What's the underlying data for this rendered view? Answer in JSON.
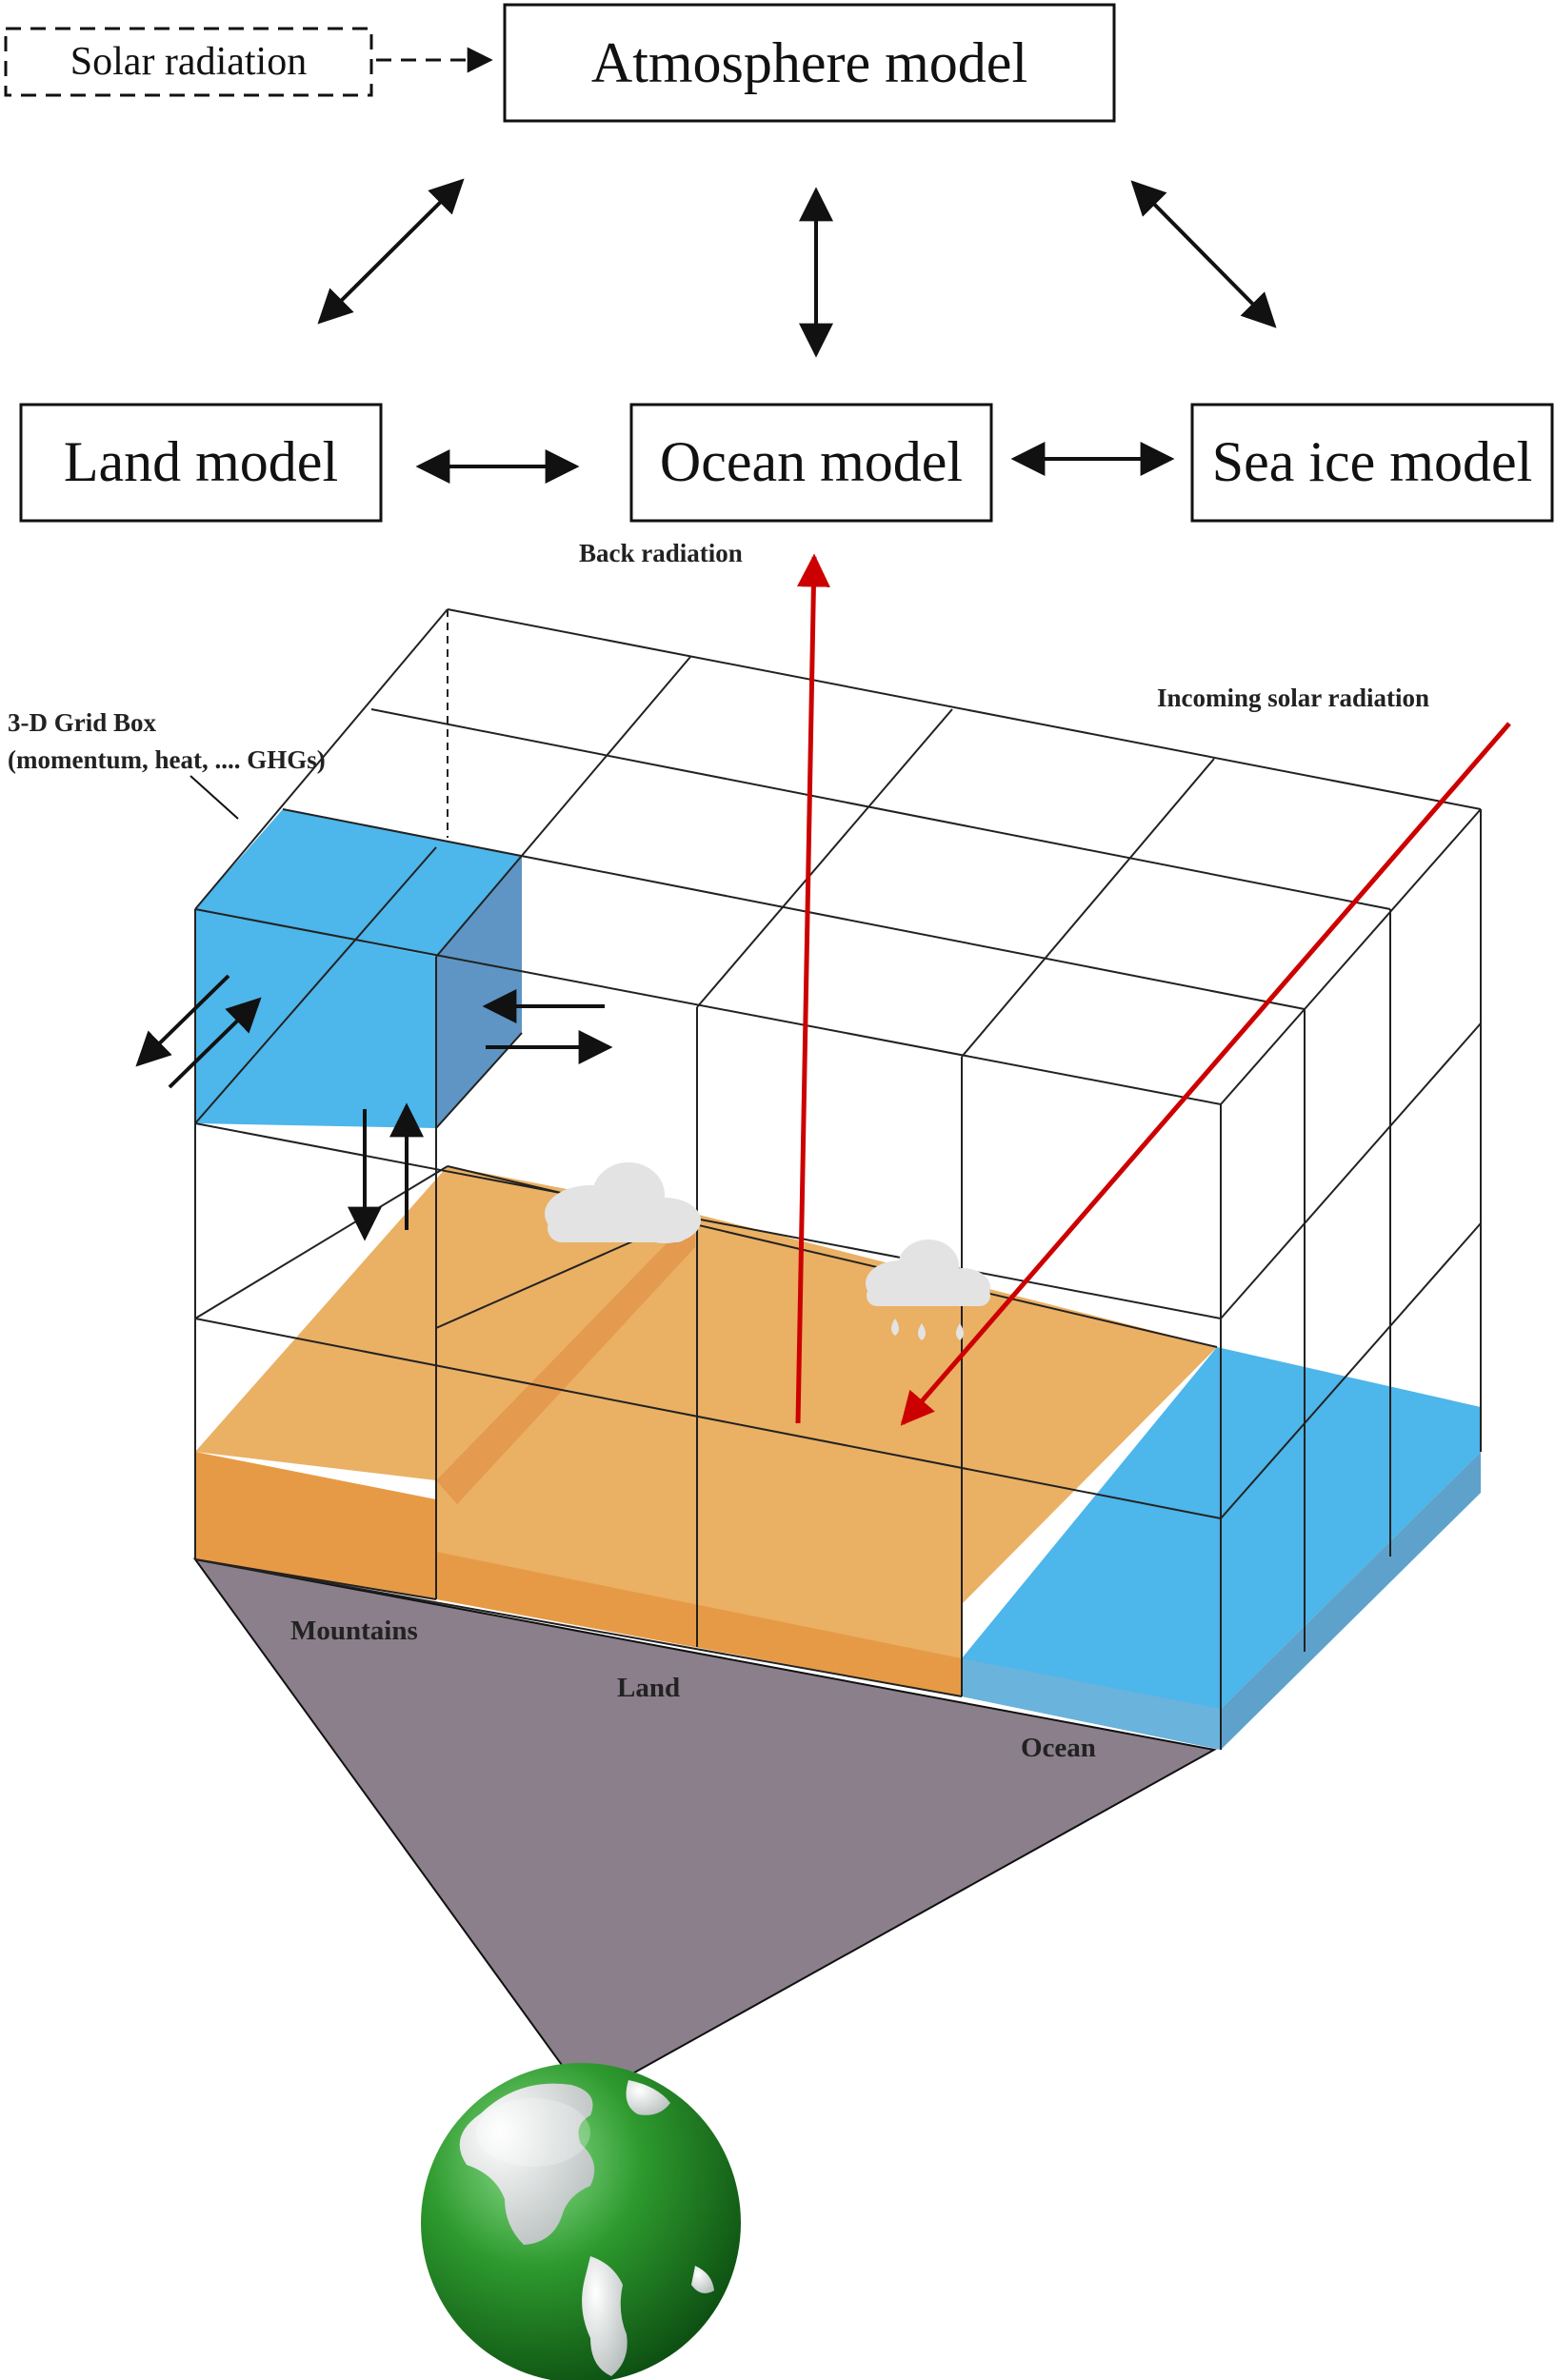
{
  "models": {
    "solar": "Solar radiation",
    "atmosphere": "Atmosphere model",
    "land": "Land model",
    "ocean": "Ocean model",
    "sea_ice": "Sea ice model"
  },
  "labels": {
    "back_radiation": "Back radiation",
    "incoming_solar": "Incoming solar radiation",
    "grid_box_line1": "3-D Grid Box",
    "grid_box_line2": "(momentum, heat, .... GHGs)",
    "mountains": "Mountains",
    "land": "Land",
    "ocean": "Ocean"
  },
  "colors": {
    "atmosphere_cell": "#4db6ea",
    "land_surface": "#eab064",
    "land_side": "#e79a45",
    "ocean_surface": "#4db6ea",
    "ground": "#8b7f8b",
    "radiation_arrow": "#cc0000",
    "globe": "#2e8b2e"
  }
}
